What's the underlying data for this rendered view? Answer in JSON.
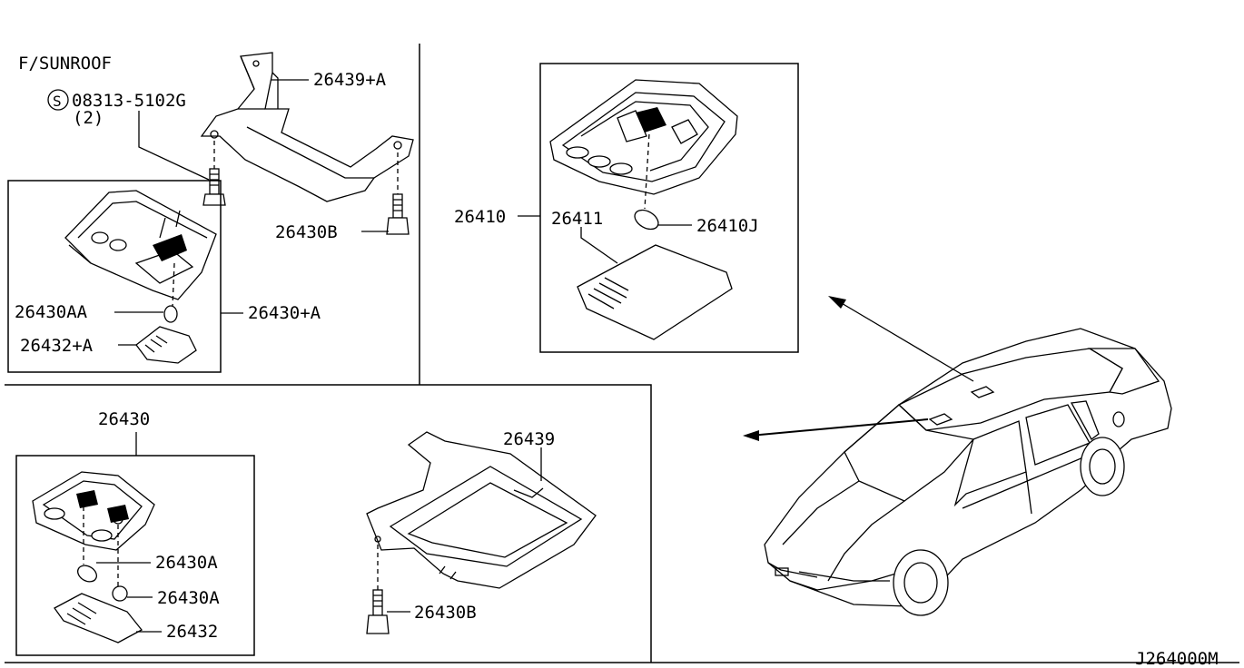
{
  "diagram_code": "J264000M",
  "section_label": "F/SUNROOF",
  "screw_symbol": "S",
  "screw_part_number": "08313-5102G",
  "screw_quantity": "(2)",
  "labels": {
    "bracket_a": "26439+A",
    "bolt_b_top": "26430B",
    "lamp_assy_a": "26430+A",
    "bulb_aa": "26430AA",
    "lens_a": "26432+A",
    "lamp_assy_top": "26410",
    "lens_top": "26411",
    "bulb_j": "26410J",
    "lamp_assy": "26430",
    "bracket": "26439",
    "bulb_a1": "26430A",
    "bulb_a2": "26430A",
    "lens": "26432",
    "bolt_b_bottom": "26430B"
  }
}
